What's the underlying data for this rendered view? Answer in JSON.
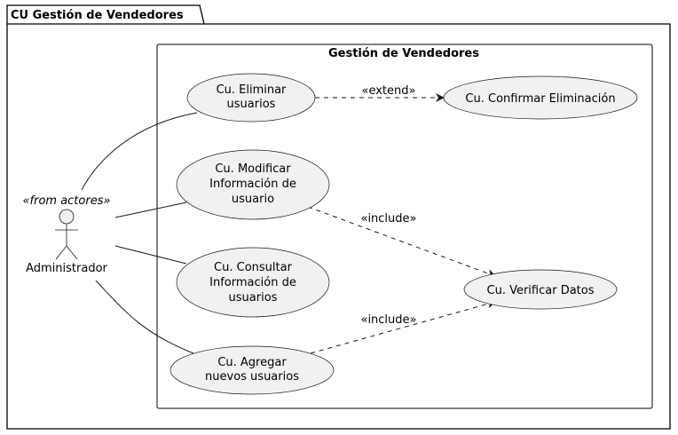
{
  "package": {
    "title": "CU Gestión de Vendedores"
  },
  "boundary": {
    "title": "Gestión de Vendedores"
  },
  "actor": {
    "stereotype": "«from actores»",
    "name": "Administrador"
  },
  "use_cases": {
    "eliminar": [
      "Cu. Eliminar",
      "usuarios"
    ],
    "modificar": [
      "Cu. Modificar",
      "Información de",
      "usuario"
    ],
    "consultar": [
      "Cu. Consultar",
      "Información de",
      "usuarios"
    ],
    "agregar": [
      "Cu. Agregar",
      "nuevos usuarios"
    ],
    "confirmar": [
      "Cu. Confirmar Eliminación"
    ],
    "verificar": [
      "Cu. Verificar Datos"
    ]
  },
  "relations": {
    "extend": "«extend»",
    "include_modificar": "«include»",
    "include_agregar": "«include»"
  },
  "colors": {
    "usecase_fill": "#F1F1F1",
    "stroke": "#181818"
  }
}
